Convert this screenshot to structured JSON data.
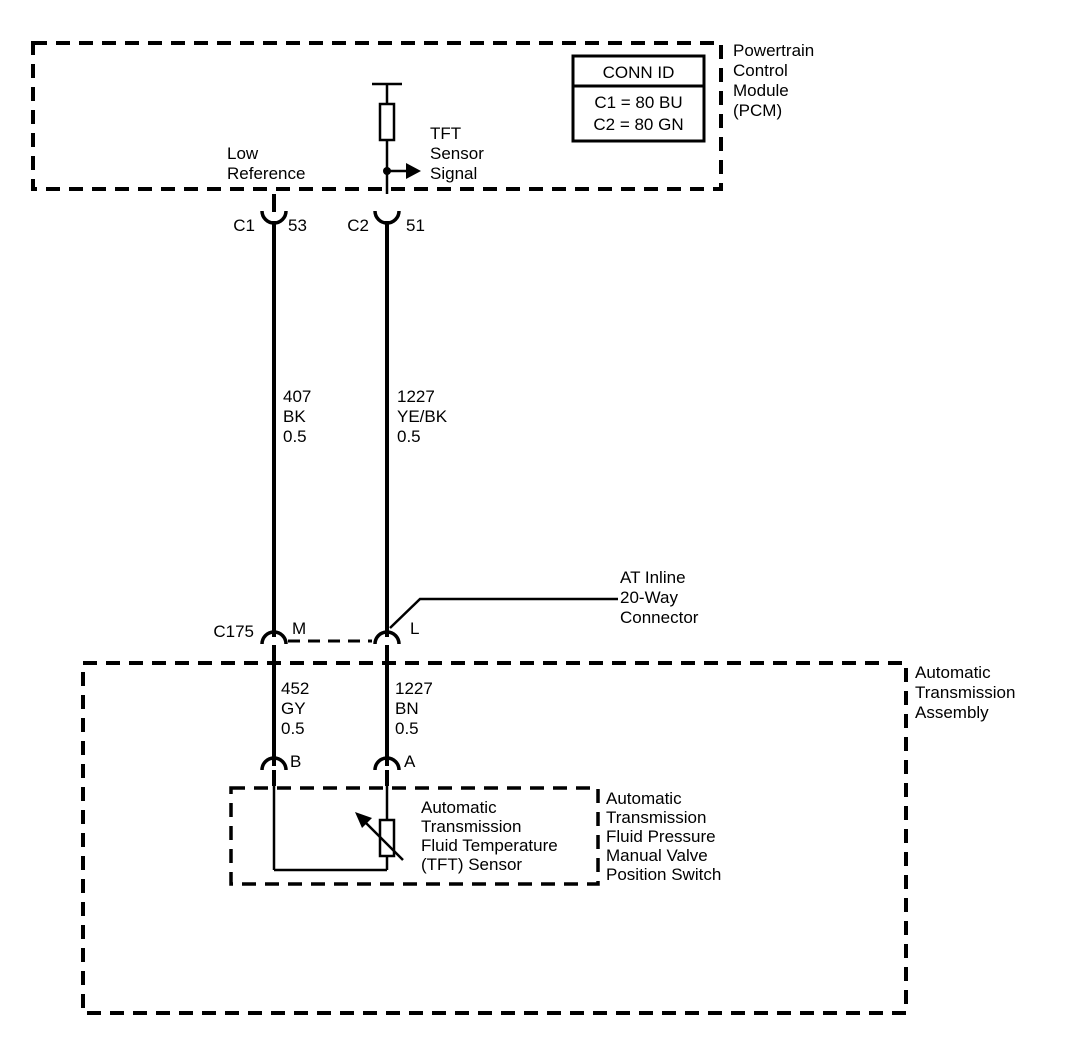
{
  "pcm": {
    "label": [
      "Powertrain",
      "Control",
      "Module",
      "(PCM)"
    ],
    "conn_id": {
      "header": "CONN ID",
      "rows": [
        "C1 = 80 BU",
        "C2 = 80 GN"
      ]
    },
    "low_reference": [
      "Low",
      "Reference"
    ],
    "tft_signal": [
      "TFT",
      "Sensor",
      "Signal"
    ]
  },
  "connectors": {
    "c1": {
      "name": "C1",
      "pin": "53"
    },
    "c2": {
      "name": "C2",
      "pin": "51"
    },
    "c175": {
      "name": "C175",
      "pin_left": "M",
      "pin_right": "L"
    },
    "sensor_left": {
      "pin": "B"
    },
    "sensor_right": {
      "pin": "A"
    }
  },
  "wires": {
    "upper_left": [
      "407",
      "BK",
      "0.5"
    ],
    "upper_right": [
      "1227",
      "YE/BK",
      "0.5"
    ],
    "lower_left": [
      "452",
      "GY",
      "0.5"
    ],
    "lower_right": [
      "1227",
      "BN",
      "0.5"
    ]
  },
  "inline_connector_label": [
    "AT Inline",
    "20-Way",
    "Connector"
  ],
  "transmission_label": [
    "Automatic",
    "Transmission",
    "Assembly"
  ],
  "tft_sensor_label": [
    "Automatic",
    "Transmission",
    "Fluid Temperature",
    "(TFT) Sensor"
  ],
  "switch_label": [
    "Automatic",
    "Transmission",
    "Fluid Pressure",
    "Manual Valve",
    "Position Switch"
  ]
}
